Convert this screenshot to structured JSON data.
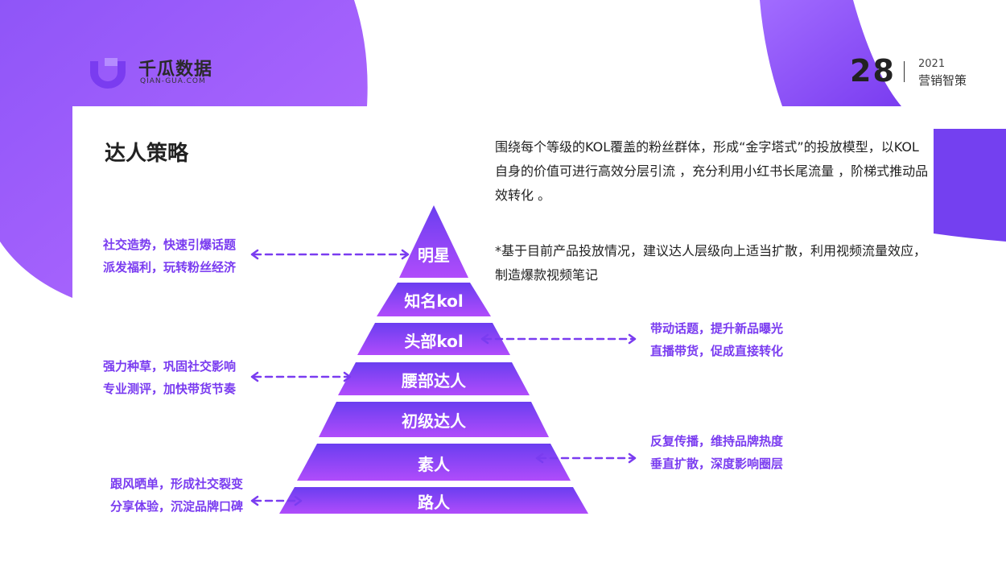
{
  "brand": {
    "name_cn": "千瓜数据",
    "name_en": "QIAN-GUA.COM"
  },
  "header": {
    "page_number": "28",
    "year": "2021",
    "subtitle": "营销智策"
  },
  "main": {
    "title": "达人策略",
    "description": "围绕每个等级的KOL覆盖的粉丝群体，形成“金字塔式”的投放模型，以KOL自身的价值可进行高效分层引流 ，充分利用小红书长尾流量 ，阶梯式推动品效转化 。",
    "suggestion": "*基于目前产品投放情况，建议达人层级向上适当扩散，利用视频流量效应，制造爆款视频笔记"
  },
  "pyramid": {
    "levels": [
      "明星",
      "知名kol",
      "头部kol",
      "腰部达人",
      "初级达人",
      "素人",
      "路人"
    ]
  },
  "notes": {
    "star": [
      "社交造势，快速引爆话题",
      "派发福利，玩转粉丝经济"
    ],
    "top_kol": [
      "带动话题，提升新品曝光",
      "直播带货，促成直接转化"
    ],
    "mid_tier": [
      "强力种草，巩固社交影响",
      "专业测评，加快带货节奏"
    ],
    "amateur": [
      "反复传播，维持品牌热度",
      "垂直扩散，深度影响圈层"
    ],
    "passerby": [
      "跟风晒单，形成社交裂变",
      "分享体验，沉淀品牌口碑"
    ]
  },
  "colors": {
    "primary": "#7a3cf0",
    "pyramid_top": "#6a3ef0",
    "pyramid_bottom": "#b04cfb",
    "text": "#222222"
  }
}
